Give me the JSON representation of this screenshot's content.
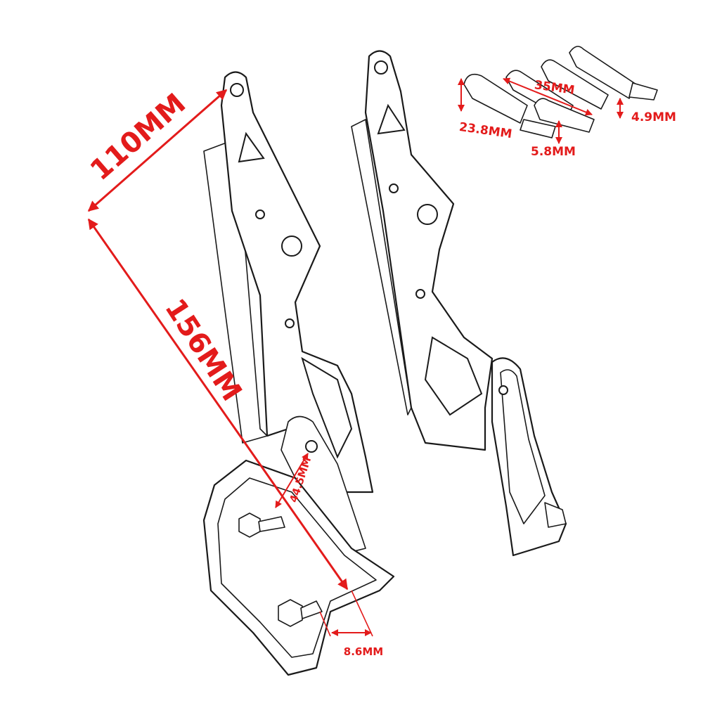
{
  "colors": {
    "dimension": "#e31b1b",
    "outline": "#1a1a1a",
    "background": "#ffffff"
  },
  "dimensions": {
    "top_edge": "110MM",
    "long_edge": "156MM",
    "slot": "44.5MM",
    "tab_width": "8.6MM",
    "spacer_length": "35MM",
    "spacer_outer": "23.8MM",
    "spacer_hole": "5.8MM",
    "thread": "4.9MM"
  }
}
